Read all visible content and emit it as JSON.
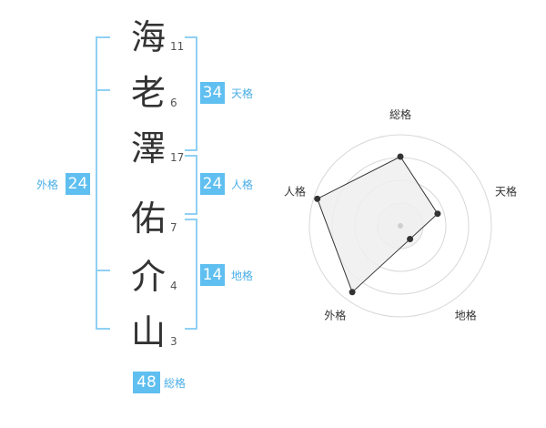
{
  "name_chars": [
    {
      "char": "海",
      "strokes": "11"
    },
    {
      "char": "老",
      "strokes": "6"
    },
    {
      "char": "澤",
      "strokes": "17"
    },
    {
      "char": "佑",
      "strokes": "7"
    },
    {
      "char": "介",
      "strokes": "4"
    },
    {
      "char": "山",
      "strokes": "3"
    }
  ],
  "kakaku": {
    "tenkaku": {
      "label": "天格",
      "value": "34"
    },
    "jinkaku": {
      "label": "人格",
      "value": "24"
    },
    "chikaku": {
      "label": "地格",
      "value": "14"
    },
    "gaikaku": {
      "label": "外格",
      "value": "24"
    },
    "soukaku": {
      "label": "総格",
      "value": "48"
    }
  },
  "chart_data": {
    "type": "radar",
    "axes": [
      "総格",
      "天格",
      "地格",
      "外格",
      "人格"
    ],
    "values": [
      0.76,
      0.43,
      0.18,
      0.9,
      0.96
    ],
    "rings": 4,
    "colors": {
      "fill": "#efefef",
      "line": "#333333",
      "grid": "#d8d8d8",
      "accent": "#5fbff0"
    }
  }
}
